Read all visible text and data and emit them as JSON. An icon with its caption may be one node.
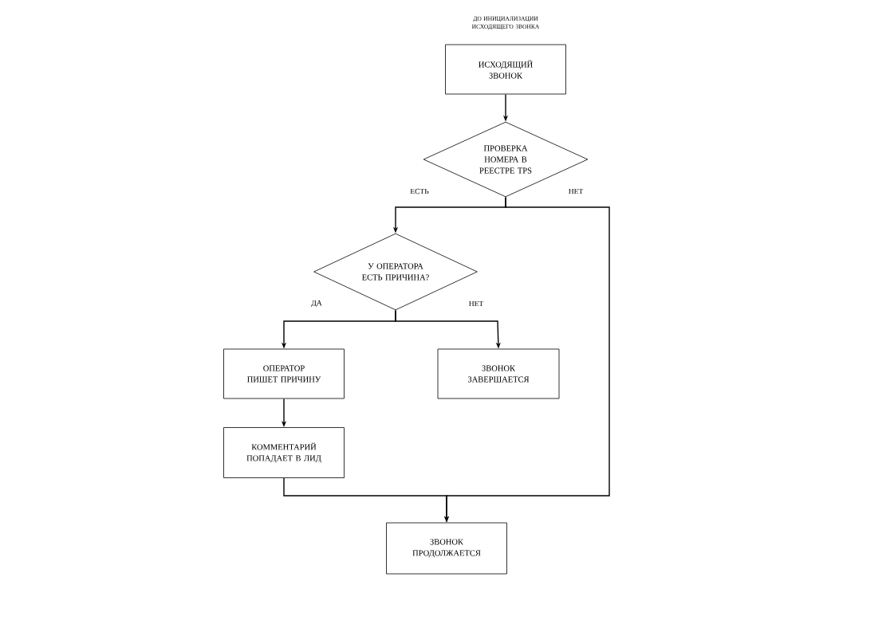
{
  "diagram": {
    "nodes": [
      {
        "text": [
          "ИСХОДЯЩИЙ ЗВОНОК"
        ]
      },
      {
        "text": [
          "ПРОВЕРКА НОМЕРА В РЕЕСТРЕ TPS"
        ]
      },
      {
        "text": [
          "У ОПЕРАТОРА ЕСТЬ ПРИЧИНА?"
        ]
      },
      {
        "text": [
          "ОПЕРАТОР ПИШЕТ ПРИЧИНУ"
        ]
      },
      {
        "text": [
          "ЗВОНОК ЗАВЕРШАЕТСЯ"
        ]
      },
      {
        "text": [
          "КОММЕНТАРИЙ ПОПАДАЕТ В ЛИД"
        ]
      },
      {
        "text": [
          "ЗВОНОК ПРОДОЛЖАЕТСЯ"
        ]
      }
    ],
    "edges": [
      {
        "from": 0,
        "to": 1,
        "arrow": "to"
      },
      {
        "from": 1,
        "to": 2,
        "arrow": "to",
        "label": "ЕСТЬ"
      },
      {
        "from": 1,
        "to": 6,
        "arrow": "to",
        "label": "НЕТ"
      },
      {
        "from": 2,
        "to": 3,
        "arrow": "to",
        "label": "ДА"
      },
      {
        "from": 2,
        "to": 4,
        "arrow": "to",
        "label": "НЕТ"
      },
      {
        "from": 3,
        "to": 5,
        "arrow": "to"
      },
      {
        "from": 5,
        "to": 6,
        "arrow": "to"
      }
    ],
    "labels": [
      "ДО ИНИЦИАЛИЗАЦИИ ИСХОДЯЩЕГО ЗВОНКА"
    ]
  }
}
